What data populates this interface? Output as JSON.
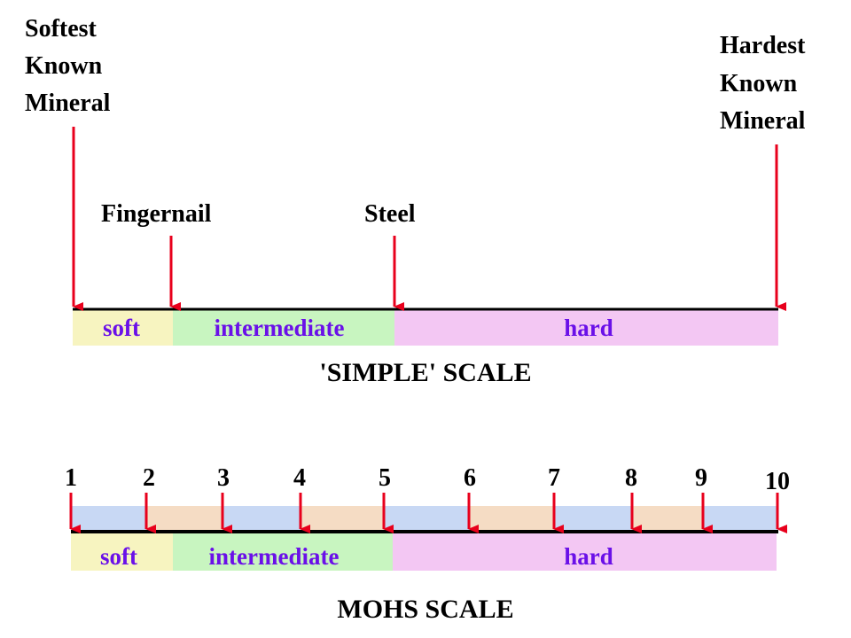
{
  "simple_scale": {
    "markers": {
      "softest": [
        "Softest",
        "Known",
        "Mineral"
      ],
      "hardest": [
        "Hardest",
        "Known",
        "Mineral"
      ],
      "fingernail": "Fingernail",
      "steel": "Steel"
    },
    "bands": {
      "soft": "soft",
      "intermediate": "intermediate",
      "hard": "hard"
    },
    "title": "'SIMPLE' SCALE"
  },
  "mohs_scale": {
    "numbers": [
      "1",
      "2",
      "3",
      "4",
      "5",
      "6",
      "7",
      "8",
      "9",
      "10"
    ],
    "bands": {
      "soft": "soft",
      "intermediate": "intermediate",
      "hard": "hard"
    },
    "title": "MOHS SCALE"
  },
  "colors": {
    "arrow": "#e8001c",
    "soft_band": "#f7f4c0",
    "intermediate_band": "#c8f5c0",
    "hard_band": "#f3c7f3",
    "band_text": "#6a10e8",
    "mohs_blue": "#c8d8f4",
    "mohs_peach": "#f5dcc4"
  }
}
